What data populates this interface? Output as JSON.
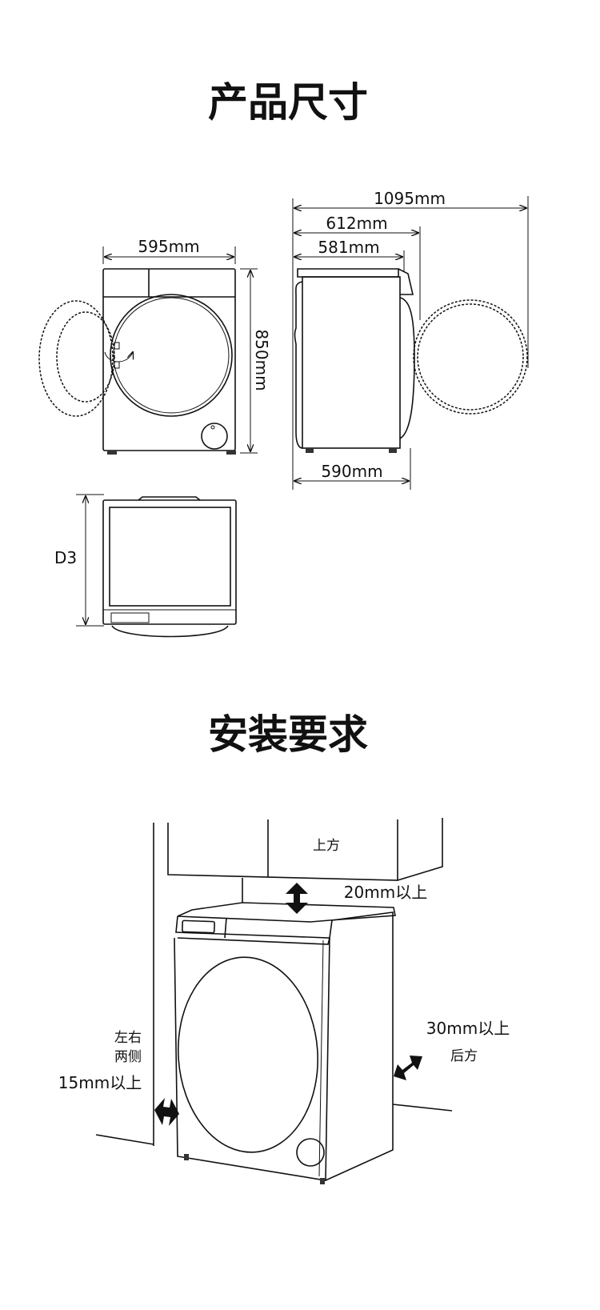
{
  "sections": {
    "dimensions_title": "产品尺寸",
    "installation_title": "安装要求"
  },
  "dimensions": {
    "front_width": "595mm",
    "height": "850mm",
    "depth_door_open": "1095mm",
    "depth_total": "612mm",
    "depth_body": "581mm",
    "depth_feet": "590mm",
    "top_view_label": "D3"
  },
  "installation": {
    "above_label": "上方",
    "above_clearance": "20mm以上",
    "sides_label_line1": "左右",
    "sides_label_line2": "两侧",
    "sides_clearance": "15mm以上",
    "rear_clearance": "30mm以上",
    "rear_label": "后方"
  }
}
